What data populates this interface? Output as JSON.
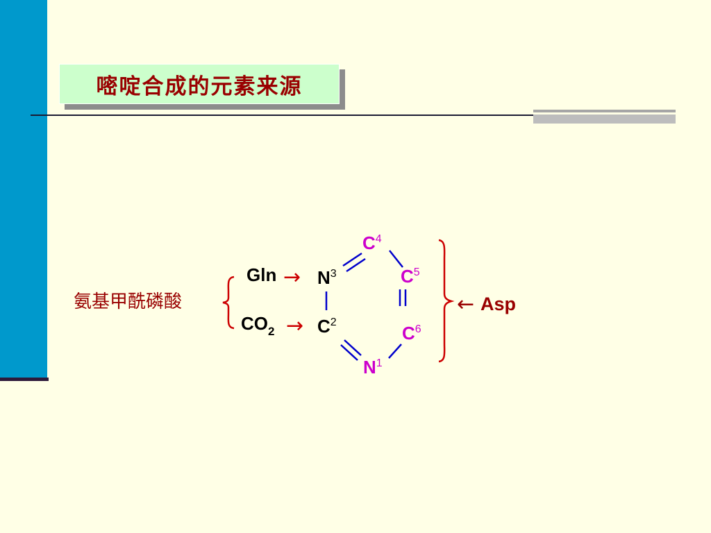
{
  "slide": {
    "title": "嘧啶合成的元素来源",
    "theme": {
      "sidebar": "#0099cc",
      "title_box": "#ccffcc",
      "title_text": "#990000",
      "background": "#ffffe6"
    }
  },
  "diagram": {
    "atoms": {
      "n3": {
        "symbol": "N",
        "index": "3",
        "color": "#000000"
      },
      "c4": {
        "symbol": "C",
        "index": "4",
        "color": "#cc00cc"
      },
      "c5": {
        "symbol": "C",
        "index": "5",
        "color": "#cc00cc"
      },
      "c6": {
        "symbol": "C",
        "index": "6",
        "color": "#cc00cc"
      },
      "n1": {
        "symbol": "N",
        "index": "1",
        "color": "#cc00cc"
      },
      "c2": {
        "symbol": "C",
        "index": "2",
        "color": "#000000"
      }
    },
    "sources": {
      "gln": "Gln",
      "co2_main": "CO",
      "co2_sub": "2",
      "carbamoyl_phosphate": "氨基甲酰磷酸",
      "asp": "Asp",
      "right_arrow": "→",
      "left_arrow": "←"
    },
    "colors": {
      "bond": "#0000cc",
      "brace": "#cc0000",
      "source_label": "#990000"
    }
  }
}
